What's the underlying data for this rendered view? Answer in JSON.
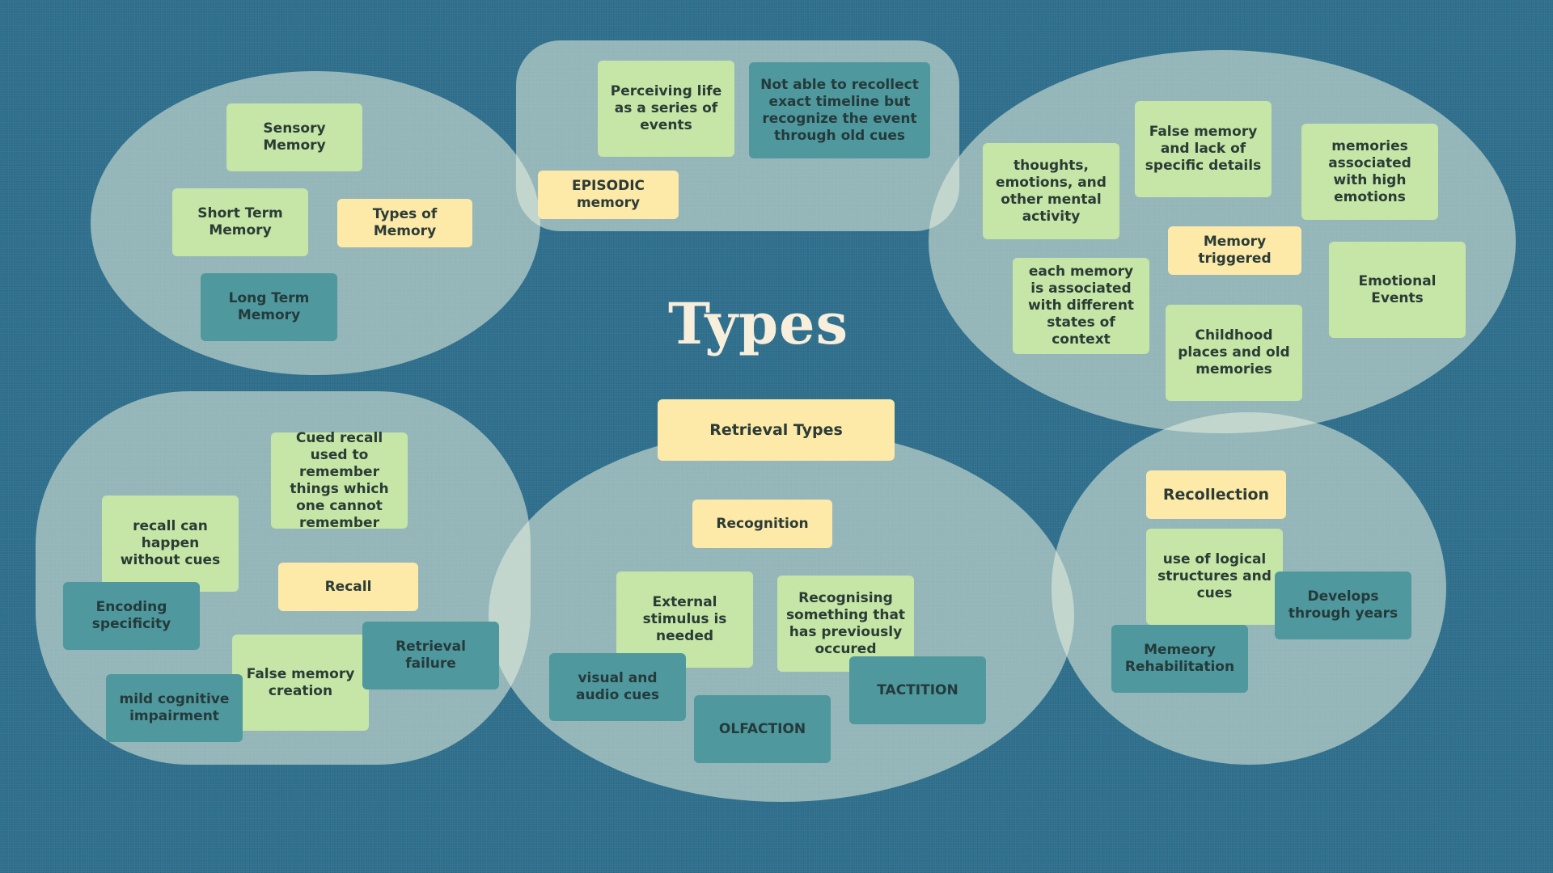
{
  "title": "Types",
  "clusters": {
    "types_of_memory": {
      "label": "Types of Memory",
      "items": [
        "Sensory Memory",
        "Short Term Memory",
        "Long Term Memory"
      ]
    },
    "episodic": {
      "label": "EPISODIC memory",
      "items": [
        "Perceiving life as a series of events",
        "Not able to recollect exact timeline but recognize the event through old cues"
      ]
    },
    "memory_triggered": {
      "label": "Memory triggered",
      "items": [
        "False memory and lack of specific details",
        "memories associated with high emotions",
        "thoughts, emotions, and other mental activity",
        "each memory is associated with different states of context",
        "Emotional Events",
        "Childhood places and old memories"
      ]
    },
    "recall": {
      "label": "Recall",
      "items": [
        "Cued recall used to remember things which one cannot remember",
        "recall can happen without cues",
        "Encoding specificity",
        "False memory creation",
        "Retrieval failure",
        "mild cognitive impairment"
      ]
    },
    "retrieval": {
      "label": "Retrieval Types",
      "recognition": "Recognition",
      "items": [
        "External stimulus is needed",
        "Recognising something that has previously occured",
        "visual and audio cues",
        "OLFACTION",
        "TACTITION"
      ]
    },
    "recollection": {
      "label": "Recollection",
      "items": [
        "use of logical structures and cues",
        "Develops through years",
        "Memeory Rehabilitation"
      ]
    }
  },
  "colors": {
    "background": "#2f6f8c",
    "green_note": "#c5e6a6",
    "teal_note": "#4f989d",
    "yellow_note": "#fde9a8"
  }
}
